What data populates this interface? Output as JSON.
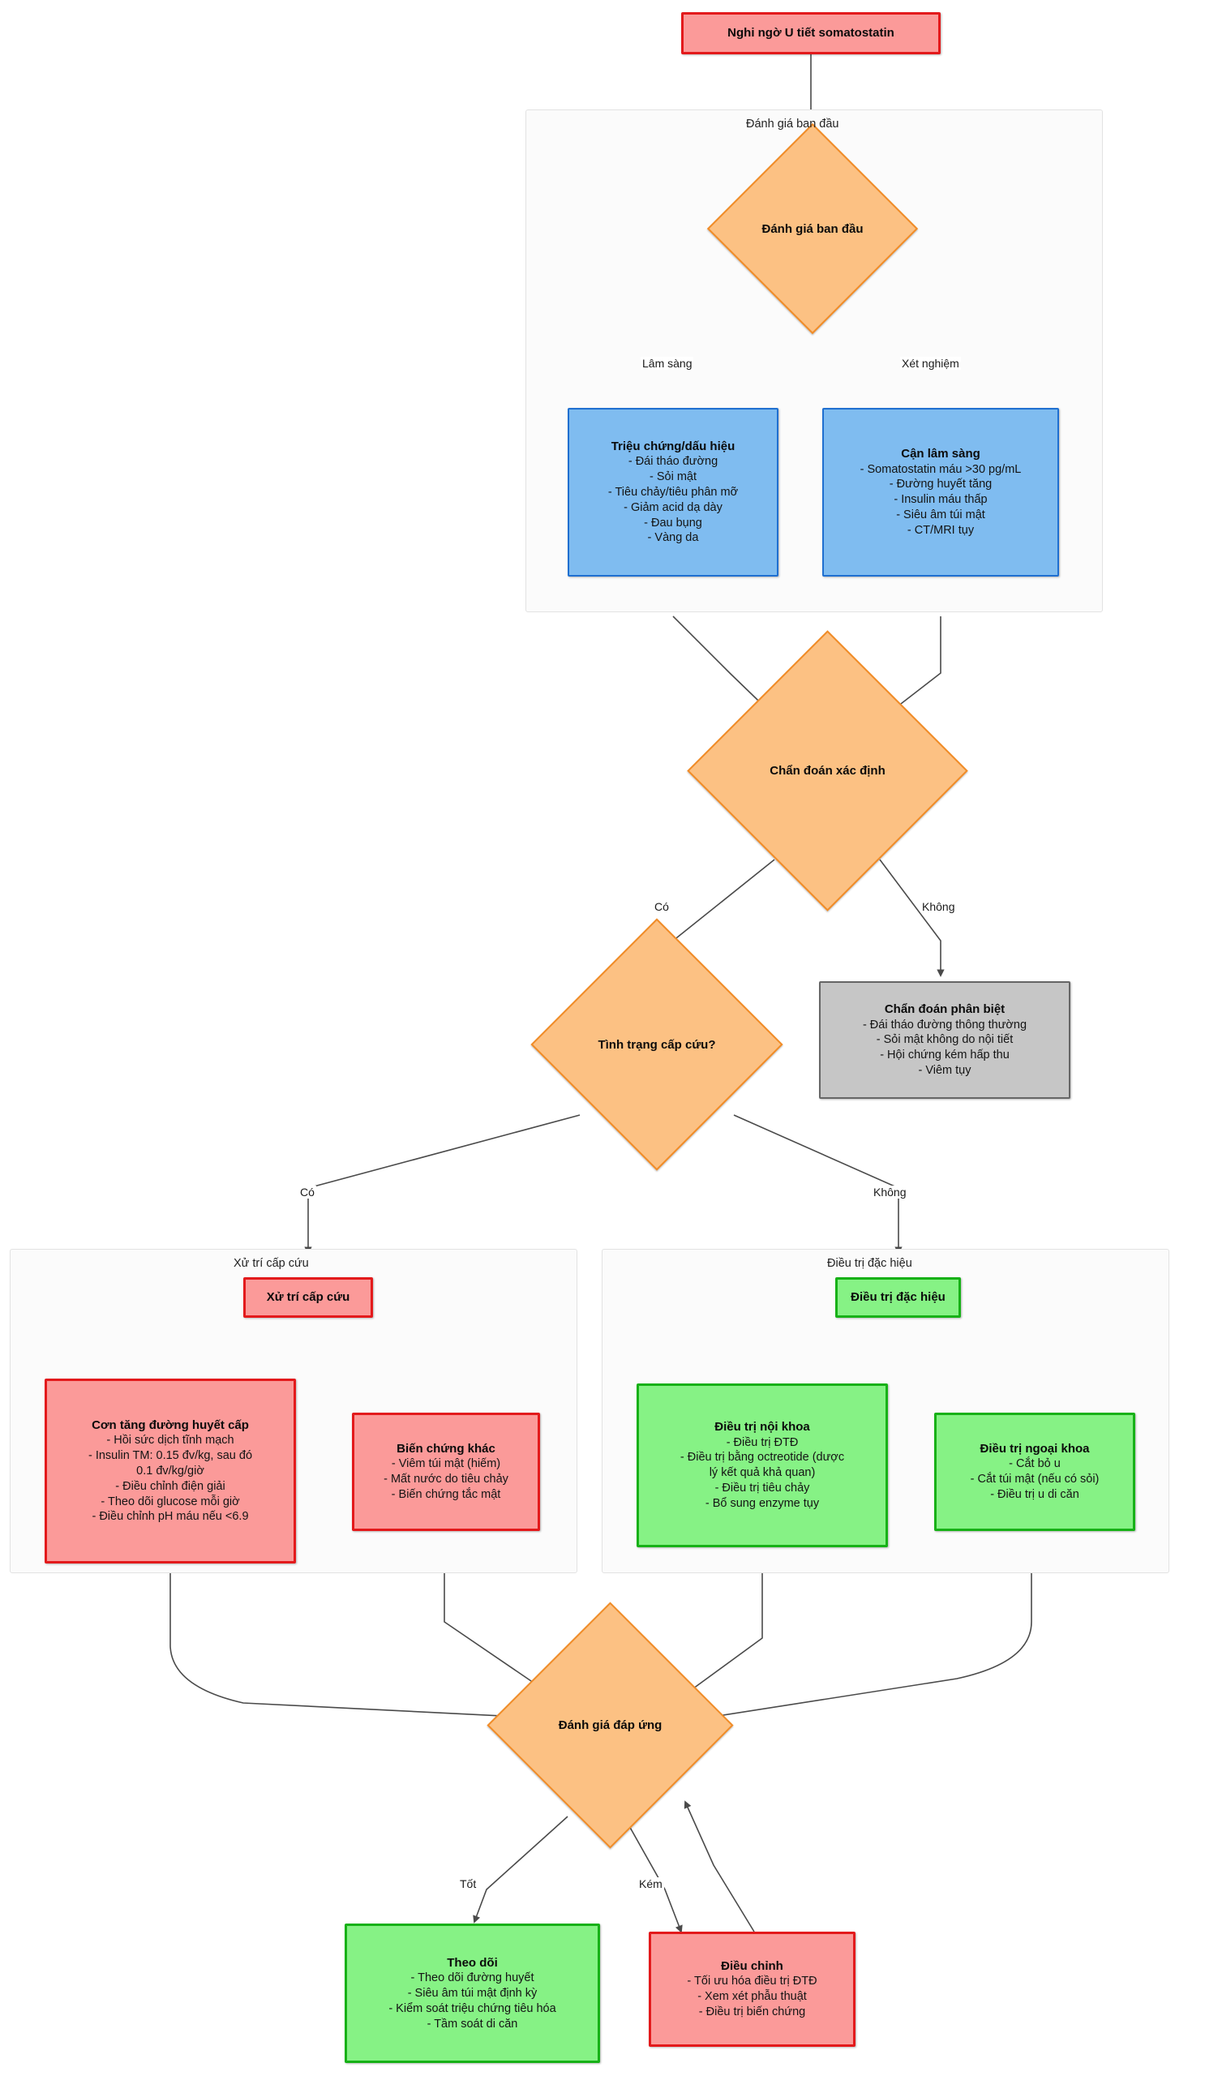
{
  "diagram": {
    "type": "flowchart",
    "language": "vi",
    "title": "Nghi ngờ U tiết somatostatin",
    "colors": {
      "red_fill": "#fb9a99",
      "red_stroke": "#e31a1c",
      "blue_fill": "#7fbcf0",
      "blue_stroke": "#1f6fd0",
      "green_fill": "#86f285",
      "green_stroke": "#17b117",
      "gray_fill": "#c6c6c6",
      "gray_stroke": "#666666",
      "decision_fill": "#fcc183",
      "decision_stroke": "#f08c28",
      "edge_stroke": "#4a4a4a",
      "subgraph_fill": "#fbfbfb",
      "subgraph_stroke": "#e2e2e2"
    }
  },
  "subgraphs": {
    "initial_assessment": {
      "title": "Đánh giá ban đầu"
    },
    "emergency": {
      "title": "Xử trí cấp cứu"
    },
    "specific_treatment": {
      "title": "Điều trị đặc hiệu"
    }
  },
  "nodes": {
    "start": {
      "title": "Nghi ngờ U tiết somatostatin",
      "lines": []
    },
    "initial_decision": {
      "title": "Đánh giá ban đầu"
    },
    "clinical": {
      "title": "Triệu chứng/dấu hiệu",
      "lines": [
        "- Đái tháo đường",
        "- Sỏi mật",
        "- Tiêu chảy/tiêu phân mỡ",
        "- Giảm acid dạ dày",
        "- Đau bụng",
        "- Vàng da"
      ]
    },
    "paraclinical": {
      "title": "Cận lâm sàng",
      "lines": [
        "- Somatostatin máu >30 pg/mL",
        "- Đường huyết tăng",
        "- Insulin máu thấp",
        "- Siêu âm túi mật",
        "- CT/MRI tụy"
      ]
    },
    "confirm_diagnosis": {
      "title": "Chẩn đoán xác định"
    },
    "differential": {
      "title": "Chẩn đoán phân biệt",
      "lines": [
        "- Đái tháo đường thông thường",
        "- Sỏi mật không do nội tiết",
        "- Hội chứng kém hấp thu",
        "- Viêm tụy"
      ]
    },
    "emergency_decision": {
      "title": "Tình trạng cấp cứu?"
    },
    "emergency_head": {
      "title": "Xử trí cấp cứu",
      "lines": []
    },
    "hyperglycemia": {
      "title": "Cơn tăng đường huyết cấp",
      "lines": [
        "- Hồi sức dịch tĩnh mạch",
        "- Insulin TM: 0.15 đv/kg, sau đó",
        "0.1 đv/kg/giờ",
        "- Điều chỉnh điện giải",
        "- Theo dõi glucose mỗi giờ",
        "- Điều chỉnh pH máu nếu <6.9"
      ]
    },
    "other_complications": {
      "title": "Biến chứng khác",
      "lines": [
        "- Viêm túi mật (hiếm)",
        "- Mất nước do tiêu chảy",
        "- Biến chứng tắc mật"
      ]
    },
    "specific_head": {
      "title": "Điều trị đặc hiệu",
      "lines": []
    },
    "medical_treatment": {
      "title": "Điều trị nội khoa",
      "lines": [
        "- Điều trị ĐTĐ",
        "- Điều trị bằng octreotide (dược",
        "lý kết quả khả quan)",
        "- Điều trị tiêu chảy",
        "- Bổ sung enzyme tụy"
      ]
    },
    "surgical_treatment": {
      "title": "Điều trị ngoại khoa",
      "lines": [
        "- Cắt bỏ u",
        "- Cắt túi mật (nếu có sỏi)",
        "- Điều trị u di căn"
      ]
    },
    "response_decision": {
      "title": "Đánh giá đáp ứng"
    },
    "followup": {
      "title": "Theo dõi",
      "lines": [
        "- Theo dõi đường huyết",
        "- Siêu âm túi mật định kỳ",
        "- Kiểm soát triệu chứng tiêu hóa",
        "- Tầm soát di căn"
      ]
    },
    "adjust": {
      "title": "Điều chỉnh",
      "lines": [
        "- Tối ưu hóa điều trị ĐTĐ",
        "- Xem xét phẫu thuật",
        "- Điều trị biến chứng"
      ]
    }
  },
  "edge_labels": {
    "clinical": "Lâm sàng",
    "lab": "Xét nghiệm",
    "confirm_yes": "Có",
    "confirm_no": "Không",
    "emergency_yes": "Có",
    "emergency_no": "Không",
    "response_good": "Tốt",
    "response_poor": "Kém"
  }
}
